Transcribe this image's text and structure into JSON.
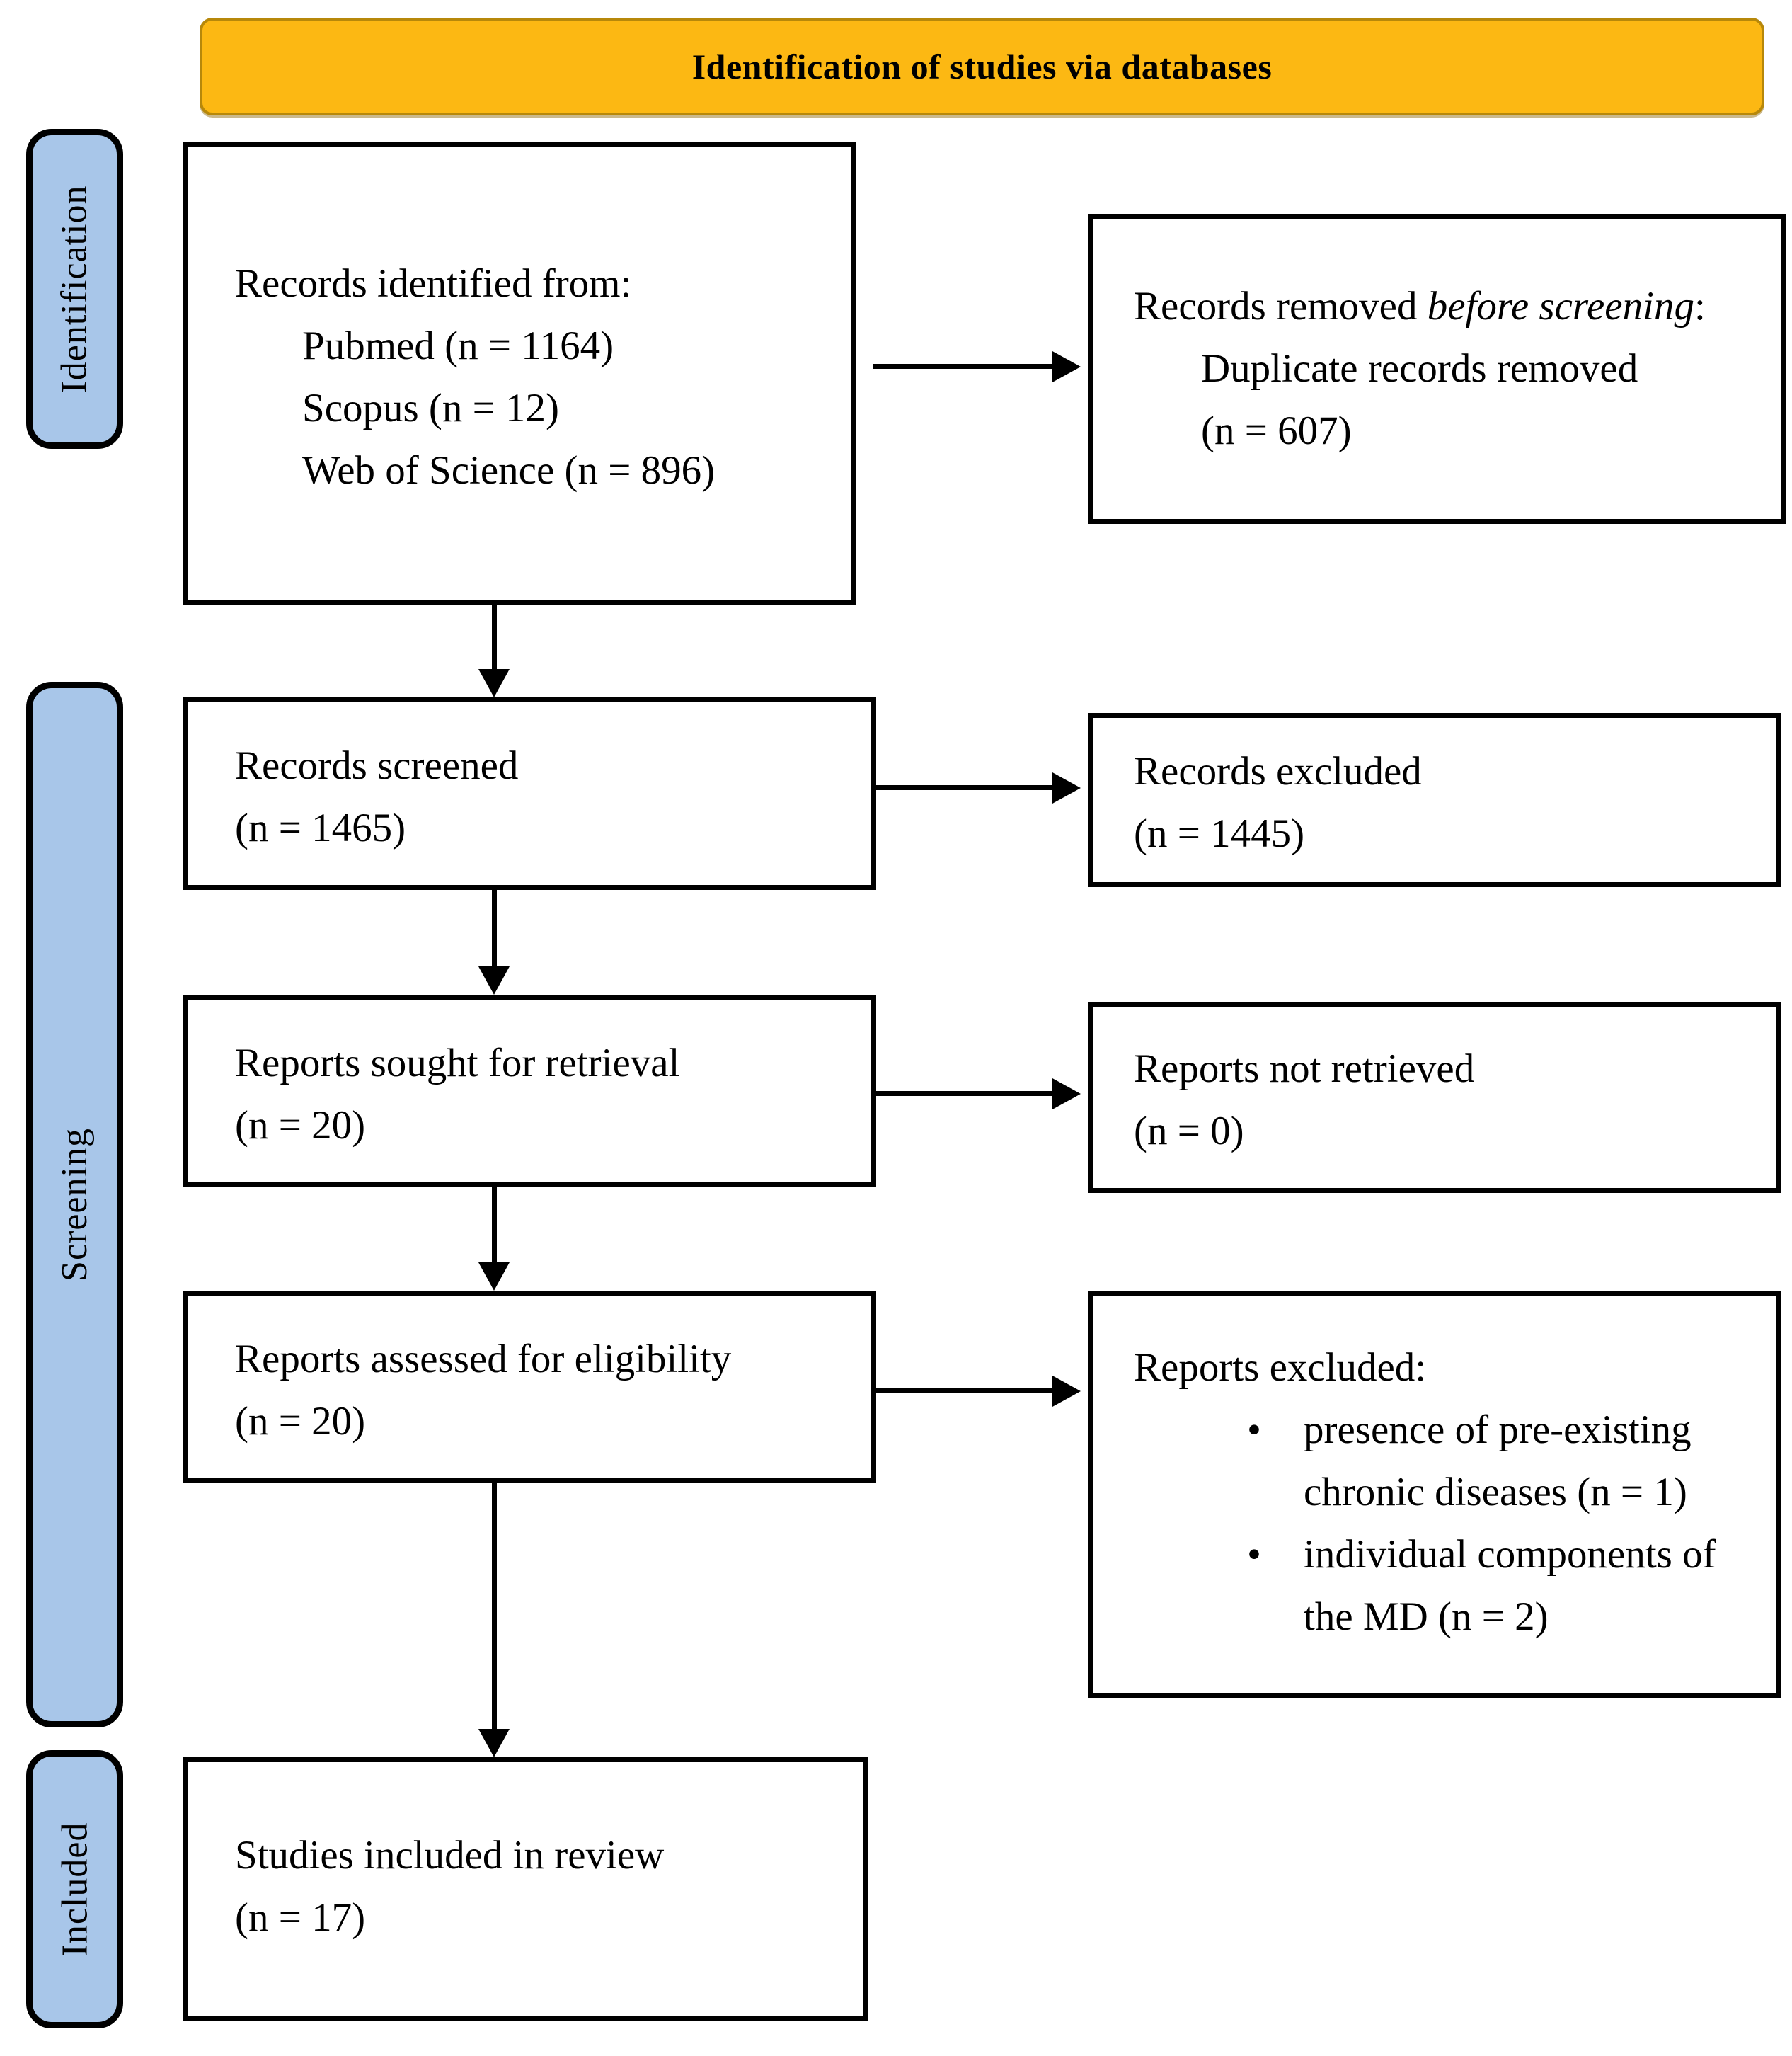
{
  "banner": {
    "title": "Identification of studies via databases"
  },
  "colors": {
    "banner_bg": "#FCB813",
    "banner_border": "#B7880A",
    "stage_bg": "#A8C6E9",
    "box_border": "#000000",
    "arrow": "#000000"
  },
  "stages": {
    "identification": "Identification",
    "screening": "Screening",
    "included": "Included"
  },
  "boxes": {
    "records_identified": {
      "title": "Records identified from:",
      "items": [
        "Pubmed (n = 1164)",
        "Scopus (n = 12)",
        "Web of Science (n = 896)"
      ]
    },
    "records_removed": {
      "title_prefix": "Records removed ",
      "title_italic": "before screening",
      "title_suffix": ":",
      "line1": "Duplicate records removed",
      "line2": "(n = 607)"
    },
    "records_screened": {
      "line1": "Records screened",
      "line2": "(n = 1465)"
    },
    "records_excluded": {
      "line1": "Records excluded",
      "line2": "(n = 1445)"
    },
    "reports_sought": {
      "line1": "Reports sought for retrieval",
      "line2": "(n = 20)"
    },
    "reports_not_retrieved": {
      "line1": "Reports not retrieved",
      "line2": "(n = 0)"
    },
    "reports_assessed": {
      "line1": "Reports assessed for eligibility",
      "line2": "(n = 20)"
    },
    "reports_excluded": {
      "title": "Reports excluded:",
      "bullet_glyph": "•",
      "bullets": [
        "presence of pre-existing chronic diseases (n = 1)",
        "individual components of the MD (n = 2)"
      ]
    },
    "studies_included": {
      "line1": "Studies included in review",
      "line2": "(n = 17)"
    }
  }
}
